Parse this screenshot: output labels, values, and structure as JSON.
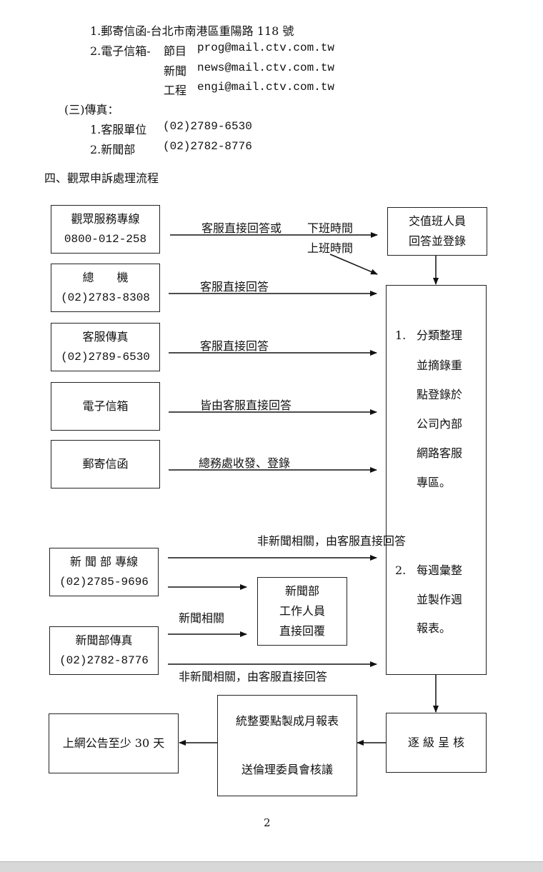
{
  "contact": {
    "mail_line": "1.郵寄信函-台北市南港區重陽路 118 號",
    "email_prefix": "2.電子信箱-",
    "email_rows": [
      {
        "label": "節目",
        "address": "prog@mail.ctv.com.tw"
      },
      {
        "label": "新聞",
        "address": "news@mail.ctv.com.tw"
      },
      {
        "label": "工程",
        "address": "engi@mail.ctv.com.tw"
      }
    ],
    "fax_heading": "(三)傳真：",
    "fax_rows": [
      {
        "label": "1.客服單位",
        "number": "(02)2789-6530"
      },
      {
        "label": "2.新聞部",
        "number": "(02)2782-8776"
      }
    ]
  },
  "section_title": "四、觀眾申訴處理流程",
  "flow": {
    "hotline": [
      "觀眾服務專線",
      "0800-012-258"
    ],
    "switchboard": [
      "總　　機",
      "(02)2783-8308"
    ],
    "cs_fax": [
      "客服傳真",
      "(02)2789-6530"
    ],
    "email": "電子信箱",
    "mail": "郵寄信函",
    "news_hotline": [
      "新 聞 部 專線",
      "(02)2785-9696"
    ],
    "news_fax": [
      "新聞部傳真",
      "(02)2782-8776"
    ],
    "duty_staff": [
      "交值班人員",
      "回答並登錄"
    ],
    "news_staff": [
      "新聞部",
      "工作人員",
      "直接回覆"
    ],
    "escalate": "逐 級 呈 核",
    "monthly": [
      "統整要點製成月報表",
      "送倫理委員會核議"
    ],
    "publish": "上網公告至少 30 天",
    "process_steps": [
      [
        "1.",
        "分類整理"
      ],
      [
        "",
        "並摘錄重"
      ],
      [
        "",
        "點登錄於"
      ],
      [
        "",
        "公司內部"
      ],
      [
        "",
        "網路客服"
      ],
      [
        "",
        "專區。"
      ],
      [
        "2.",
        "每週彙整"
      ],
      [
        "",
        "並製作週"
      ],
      [
        "",
        "報表。"
      ]
    ],
    "labels": {
      "cs_or": "客服直接回答或",
      "off_hours": "下班時間",
      "on_hours": "上班時間",
      "cs_direct_1": "客服直接回答",
      "cs_direct_2": "客服直接回答",
      "all_cs": "皆由客服直接回答",
      "general_affairs": "總務處收發、登錄",
      "non_news_top": "非新聞相關，由客服直接回答",
      "news_related": "新聞相關",
      "non_news_bottom": "非新聞相關，由客服直接回答"
    }
  },
  "page_number": "2"
}
